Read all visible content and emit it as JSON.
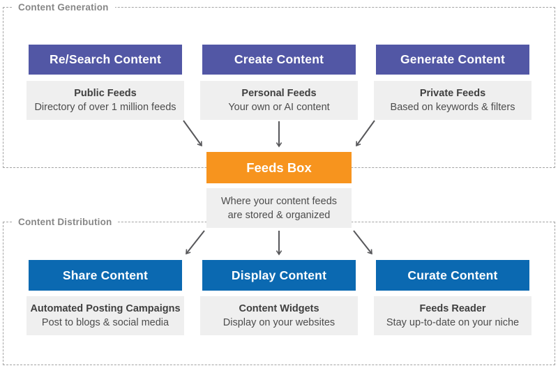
{
  "diagram": {
    "sections": {
      "generation": {
        "label": "Content Generation",
        "columns": [
          {
            "header": "Re/Search Content",
            "title": "Public Feeds",
            "subtitle": "Directory of over 1 million feeds"
          },
          {
            "header": "Create Content",
            "title": "Personal Feeds",
            "subtitle": "Your own or AI content"
          },
          {
            "header": "Generate Content",
            "title": "Private Feeds",
            "subtitle": "Based on keywords & filters"
          }
        ]
      },
      "feeds_box": {
        "header": "Feeds Box",
        "subtitle_line1": "Where your content feeds",
        "subtitle_line2": "are stored & organized"
      },
      "distribution": {
        "label": "Content Distribution",
        "columns": [
          {
            "header": "Share Content",
            "title": "Automated Posting Campaigns",
            "subtitle": "Post to blogs & social media"
          },
          {
            "header": "Display Content",
            "title": "Content Widgets",
            "subtitle": "Display on your websites"
          },
          {
            "header": "Curate Content",
            "title": "Feeds Reader",
            "subtitle": "Stay up-to-date on your niche"
          }
        ]
      }
    },
    "colors": {
      "generation_header_bg": "#5257a5",
      "distribution_header_bg": "#0b69b1",
      "feeds_box_bg": "#f7941e",
      "info_box_bg": "#efefef",
      "dashed_border": "#a3a3a3",
      "section_label_text": "#878787",
      "arrow": "#57575a"
    }
  }
}
